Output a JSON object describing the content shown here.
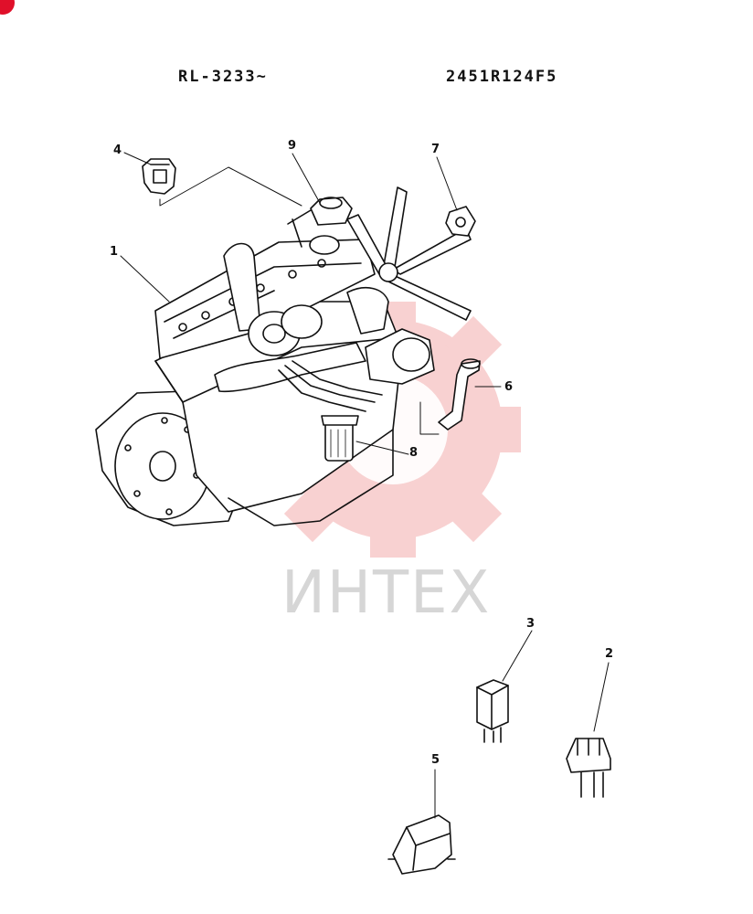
{
  "header": {
    "serial_range": "RL-3233~",
    "part_number": "2451R124F5"
  },
  "callouts": {
    "c1": "1",
    "c2": "2",
    "c3": "3",
    "c4": "4",
    "c5": "5",
    "c6": "6",
    "c7": "7",
    "c8": "8",
    "c9": "9"
  },
  "watermark": {
    "text": "ИНТЕХ",
    "color": "#f6c6c6"
  },
  "colors": {
    "badge": "#e0102a",
    "line": "#111111"
  }
}
